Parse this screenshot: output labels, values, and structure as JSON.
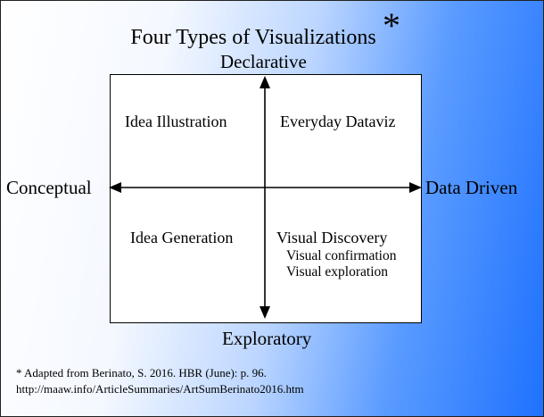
{
  "title": "Four Types of Visualizations",
  "title_marker": "*",
  "axes": {
    "top": "Declarative",
    "bottom": "Exploratory",
    "left": "Conceptual",
    "right": "Data Driven"
  },
  "quadrants": {
    "top_left": "Idea Illustration",
    "top_right": "Everyday Dataviz",
    "bottom_left": "Idea Generation",
    "bottom_right": "Visual Discovery",
    "bottom_right_sub": [
      "Visual confirmation",
      "Visual exploration"
    ]
  },
  "footnote": {
    "line1": "* Adapted from Berinato, S. 2016.  HBR (June): p. 96.",
    "line2": "http://maaw.info/ArticleSummaries/ArtSumBerinato2016.htm"
  },
  "colors": {
    "gradient_light": "#ffffff",
    "gradient_dark": "#1f72ff",
    "panel": "#ffffff",
    "ink": "#000000"
  }
}
